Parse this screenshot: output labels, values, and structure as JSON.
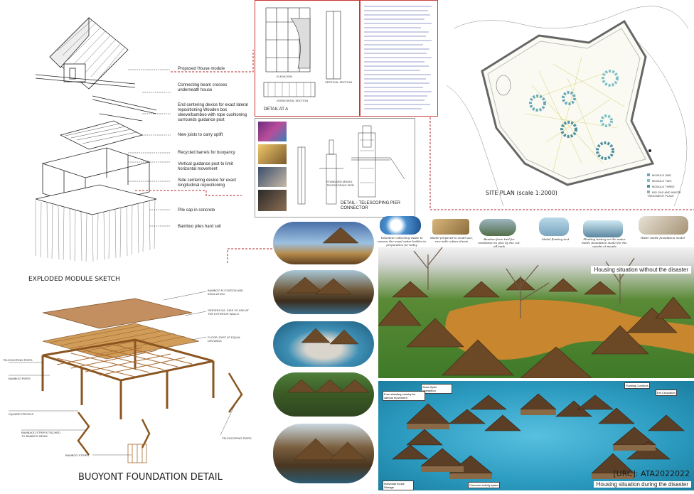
{
  "exploded_sketch": {
    "title": "EXPLODED MODULE SKETCH",
    "labels": [
      "Proposed House module",
      "Connecting beam crosses underneath house",
      "End centering device for exact lateral repositioning Wooden box sleeve/bamboo with rope cushioning surrounds guidance post",
      "New joists to carry uplift",
      "Recycled barrels for buoyancy",
      "Vertical guidance post to limit horizontal movement",
      "Side centering device for exact longitudinal repositioning",
      "Pile cap in concrete",
      "Bamboo piles hard soil"
    ]
  },
  "detail_a": {
    "caption": "DETAIL AT A",
    "labels": [
      "ELEVATION",
      "VERTICAL SECTION",
      "HORIZONTAL SECTION"
    ]
  },
  "detail_b": {
    "caption": "DETAIL - TELESCOPING PIER CONNECTOR",
    "labels": [
      "STANDARD MODEL TELESCOPING PIER"
    ]
  },
  "site_plan": {
    "title": "SITE PLAN (scale 1:2000)",
    "legend": [
      {
        "label": "MODULE ONE",
        "color": "#6aa9b8"
      },
      {
        "label": "MODULE TWO",
        "color": "#7fc0c9"
      },
      {
        "label": "MODULE THREE",
        "color": "#4e8f9f"
      },
      {
        "label": "BIO GAS AND WASTE TREATMENT PLANT",
        "color": "#8fb3bd"
      }
    ]
  },
  "process_strip": {
    "captions": [
      "Volunteer collecting waste to remove the usual water bottles to preparation for today",
      "Model prepared in small size, rice with cotton sheets",
      "Bamboo form tied for ventilation to give by the cut-off ends",
      "Model floating test",
      "Floating testing on the water bottle foundation model for the weight of people",
      "Water bottle foundation model"
    ]
  },
  "buoyant_foundation": {
    "title": "BUOYONT FOUNDATION DETAIL",
    "labels": [
      "BAMBOO FLOTATION AND INSULATION",
      "GIRDERS EA. SIDE OF AND AT THE EXTERIOR WALLS",
      "FLOOR JOIST AT EQUAL DISTANCE",
      "TELESCOPING PIERS",
      "BAMBOO PIERS",
      "SQUARE PROFILE",
      "BAMBAOO STRIP ATTACHED TO BAMBOO BEAM",
      "TELESCOPING PIERS",
      "BAMBOO STRIPS"
    ]
  },
  "render_dry": {
    "caption": "Housing situation without the disaster"
  },
  "render_flood": {
    "caption": "Housing situation during the disaster",
    "code": "[URC]: ATA2022022",
    "callouts": [
      "Semi-Open Interaction",
      "Floating Corridors",
      "Free standing country for various movement",
      "Ext.Circulation",
      "Individual house Storage",
      "Common activity space"
    ]
  },
  "colors": {
    "leader": "#b02a2a",
    "timber": "#c98a3c",
    "water": "#2c9bc0",
    "grass": "#4f8a2a"
  }
}
